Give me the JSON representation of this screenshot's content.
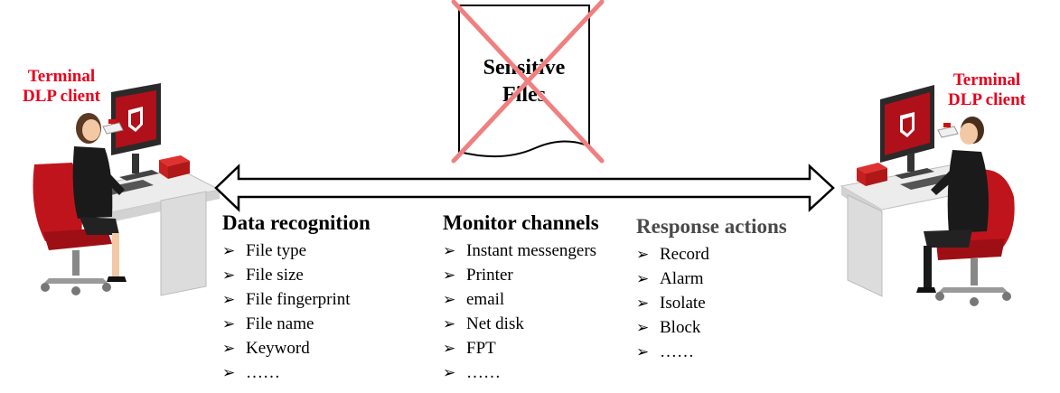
{
  "left_terminal": {
    "line1": "Terminal",
    "line2": "DLP client"
  },
  "right_terminal": {
    "line1": "Terminal",
    "line2": "DLP client"
  },
  "sensitive_files": {
    "line1": "Sensitive",
    "line2": "Files"
  },
  "columns": [
    {
      "title": "Data recognition",
      "items": [
        "File type",
        "File size",
        "File fingerprint",
        "File name",
        "Keyword",
        "……"
      ]
    },
    {
      "title": "Monitor channels",
      "items": [
        "Instant messengers",
        "Printer",
        "email",
        "Net disk",
        "FPT",
        "……"
      ]
    },
    {
      "title": "Response actions",
      "items": [
        "Record",
        "Alarm",
        "Isolate",
        "Block",
        "……"
      ]
    }
  ],
  "colors": {
    "label_red": "#e8001c",
    "cross_red": "#f08080",
    "desk_red": "#c0141c"
  },
  "icons": {
    "bullet": "arrow-bullet-icon",
    "cross": "cross-icon"
  }
}
